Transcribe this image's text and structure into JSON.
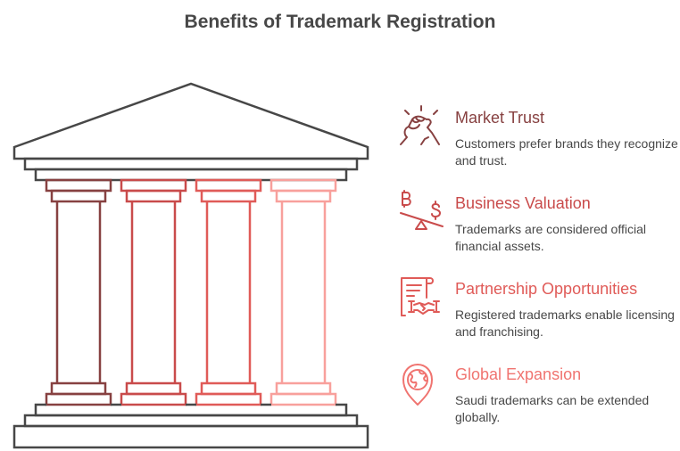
{
  "title": "Benefits of Trademark Registration",
  "colors": {
    "structure": "#474747",
    "column_1": "#874141",
    "column_2": "#c94b4b",
    "column_3": "#e05b58",
    "column_4": "#f8a09c"
  },
  "benefits": [
    {
      "heading": "Market Trust",
      "description": "Customers prefer brands they recognize and trust.",
      "icon": "handshake-arm-wrestle-icon",
      "color": "#874141"
    },
    {
      "heading": "Business Valuation",
      "description": "Trademarks are considered official financial assets.",
      "icon": "currency-balance-icon",
      "color": "#c94b4b"
    },
    {
      "heading": "Partnership Opportunities",
      "description": "Registered trademarks enable licensing and franchising.",
      "icon": "contract-handshake-icon",
      "color": "#e05b58"
    },
    {
      "heading": "Global Expansion",
      "description": "Saudi trademarks can be extended globally.",
      "icon": "globe-location-pin-icon",
      "color": "#f07470"
    }
  ]
}
